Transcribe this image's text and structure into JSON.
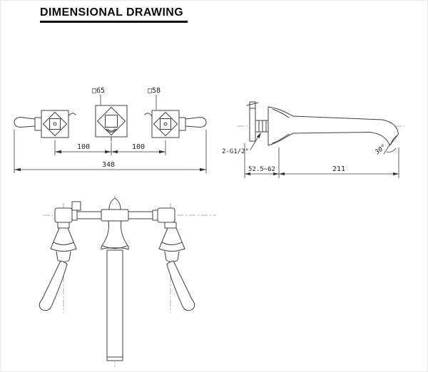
{
  "title": "DIMENSIONAL DRAWING",
  "front_view": {
    "dims": {
      "center_escutcheon": "□65",
      "side_escutcheon": "□58",
      "left_spacing": "100",
      "right_spacing": "100",
      "overall_width": "348"
    }
  },
  "side_view": {
    "dims": {
      "inlet_thread": "2-G1/2\"",
      "wall_adjust_range": "52.5~62",
      "spout_reach": "211",
      "spout_angle": "30°"
    }
  }
}
